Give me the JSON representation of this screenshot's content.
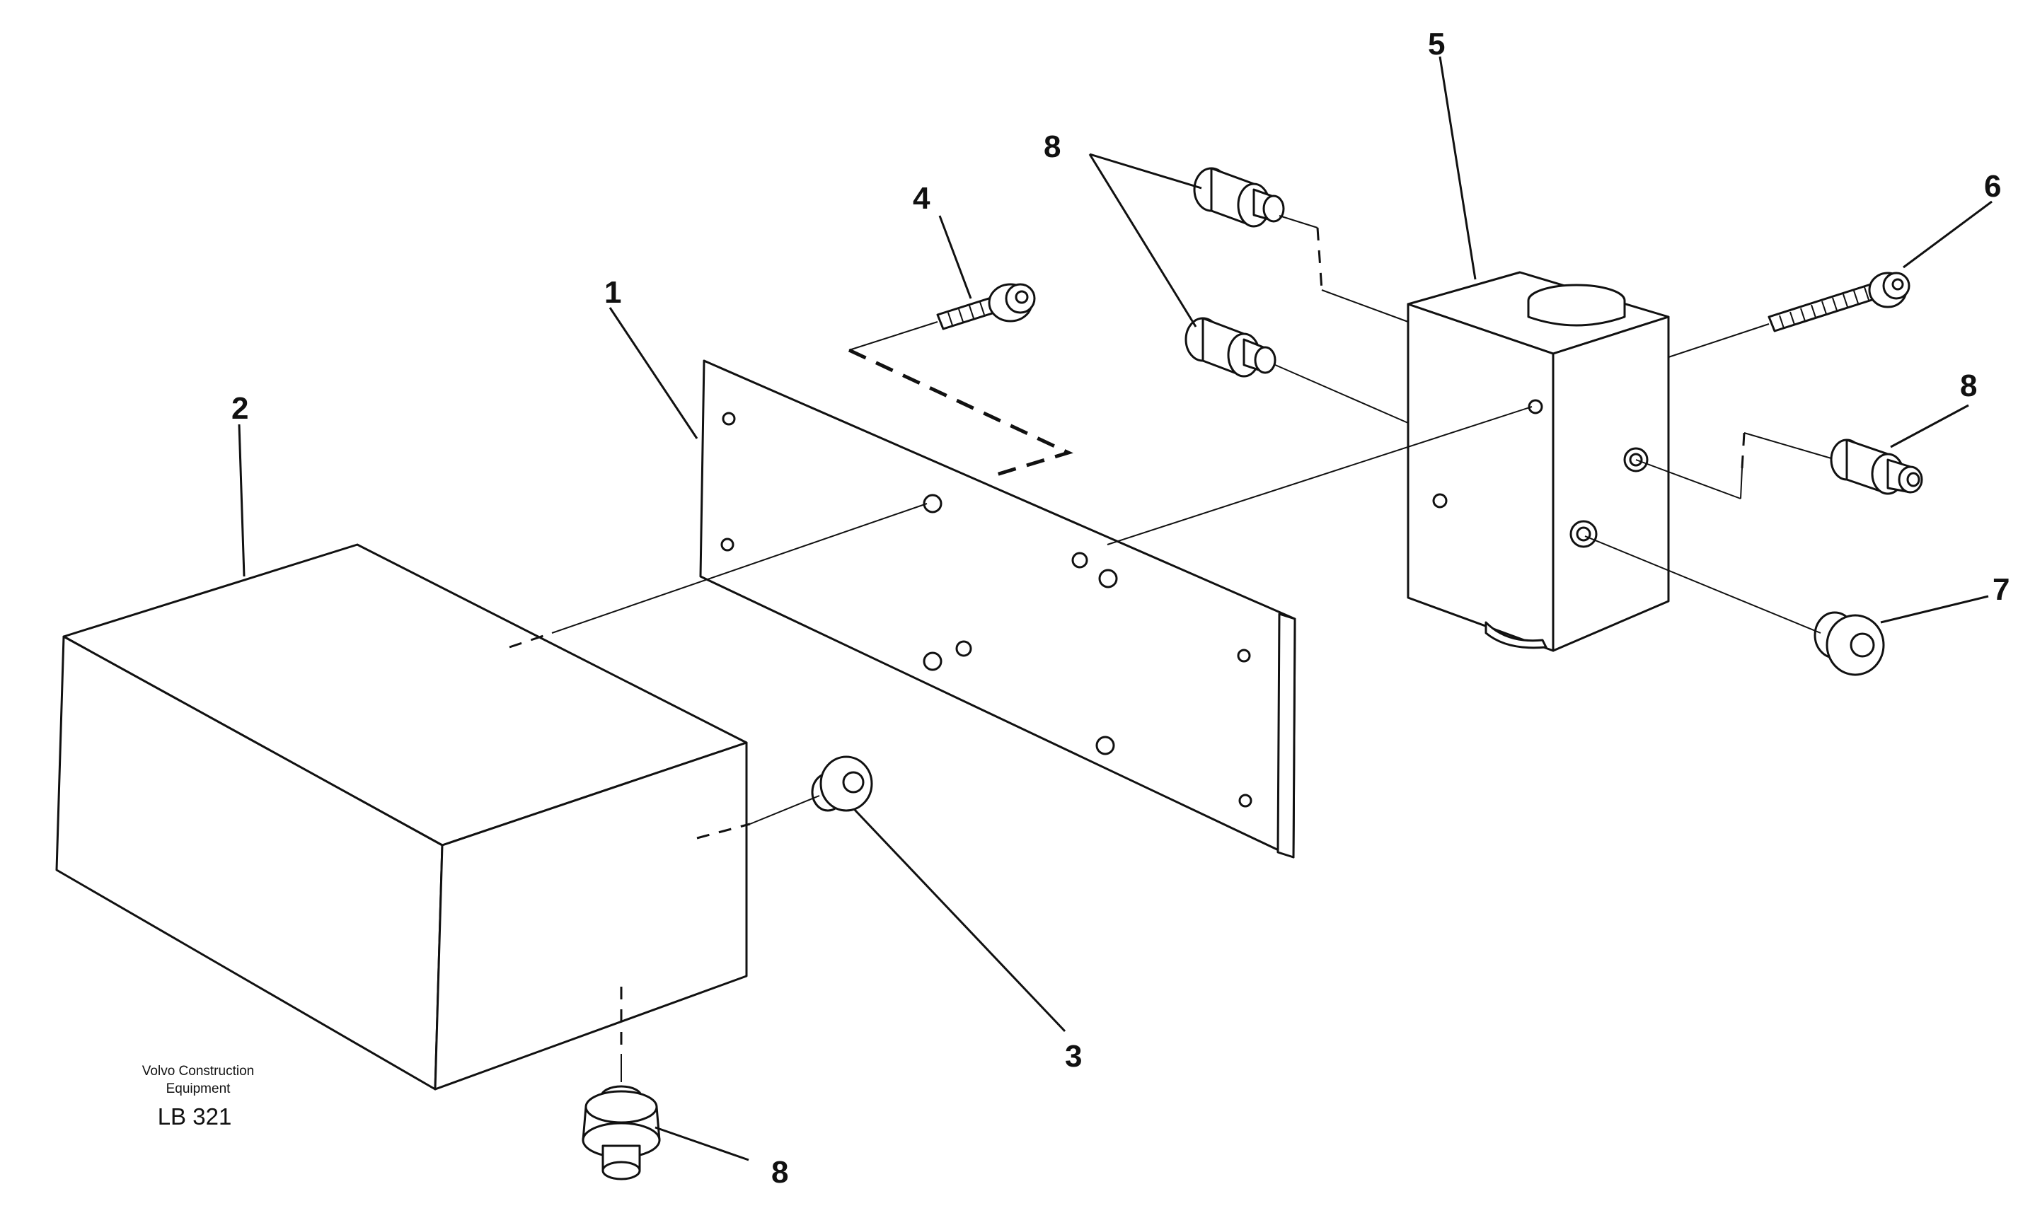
{
  "diagram": {
    "type": "exploded-parts-drawing",
    "callouts": {
      "part_1": "1",
      "part_2": "2",
      "part_3": "3",
      "part_4": "4",
      "part_5": "5",
      "part_6": "6",
      "part_7": "7",
      "part_8_top": "8",
      "part_8_right": "8",
      "part_8_bottom": "8"
    },
    "caption": {
      "line1": "Volvo Construction",
      "line2": "Equipment",
      "code": "LB 321"
    },
    "colors": {
      "ink": "#111111",
      "paper": "#ffffff"
    }
  }
}
